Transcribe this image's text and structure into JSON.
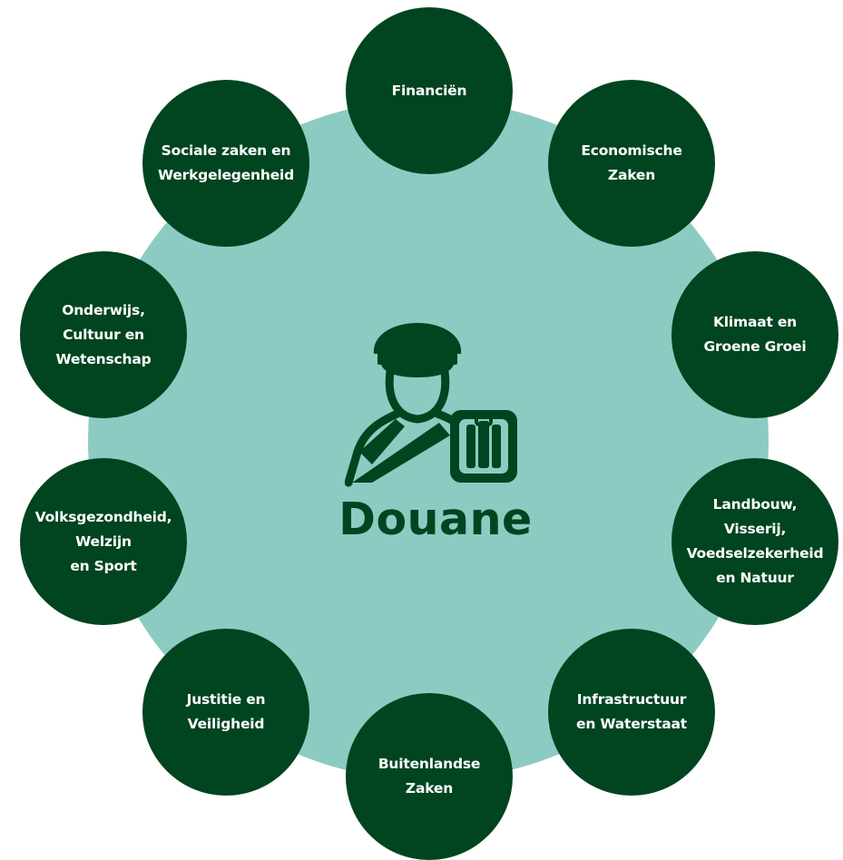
{
  "colors": {
    "node_fill": "#014420",
    "ring_fill": "#8ccbc1",
    "title_color": "#014420"
  },
  "center": {
    "icon": "customs-officer-with-suitcase-icon",
    "title": "Douane"
  },
  "nodes": [
    {
      "label": "Financiën"
    },
    {
      "label": "Economische\nZaken"
    },
    {
      "label": "Klimaat en\nGroene Groei"
    },
    {
      "label": "Landbouw,\nVisserij,\nVoedselzekerheid\nen Natuur"
    },
    {
      "label": "Infrastructuur\nen Waterstaat"
    },
    {
      "label": "Buitenlandse\nZaken"
    },
    {
      "label": "Justitie en\nVeiligheid"
    },
    {
      "label": "Volksgezondheid,\nWelzijn\nen Sport"
    },
    {
      "label": "Onderwijs,\nCultuur en\nWetenschap"
    },
    {
      "label": "Sociale zaken en\nWerkgelegenheid"
    }
  ]
}
